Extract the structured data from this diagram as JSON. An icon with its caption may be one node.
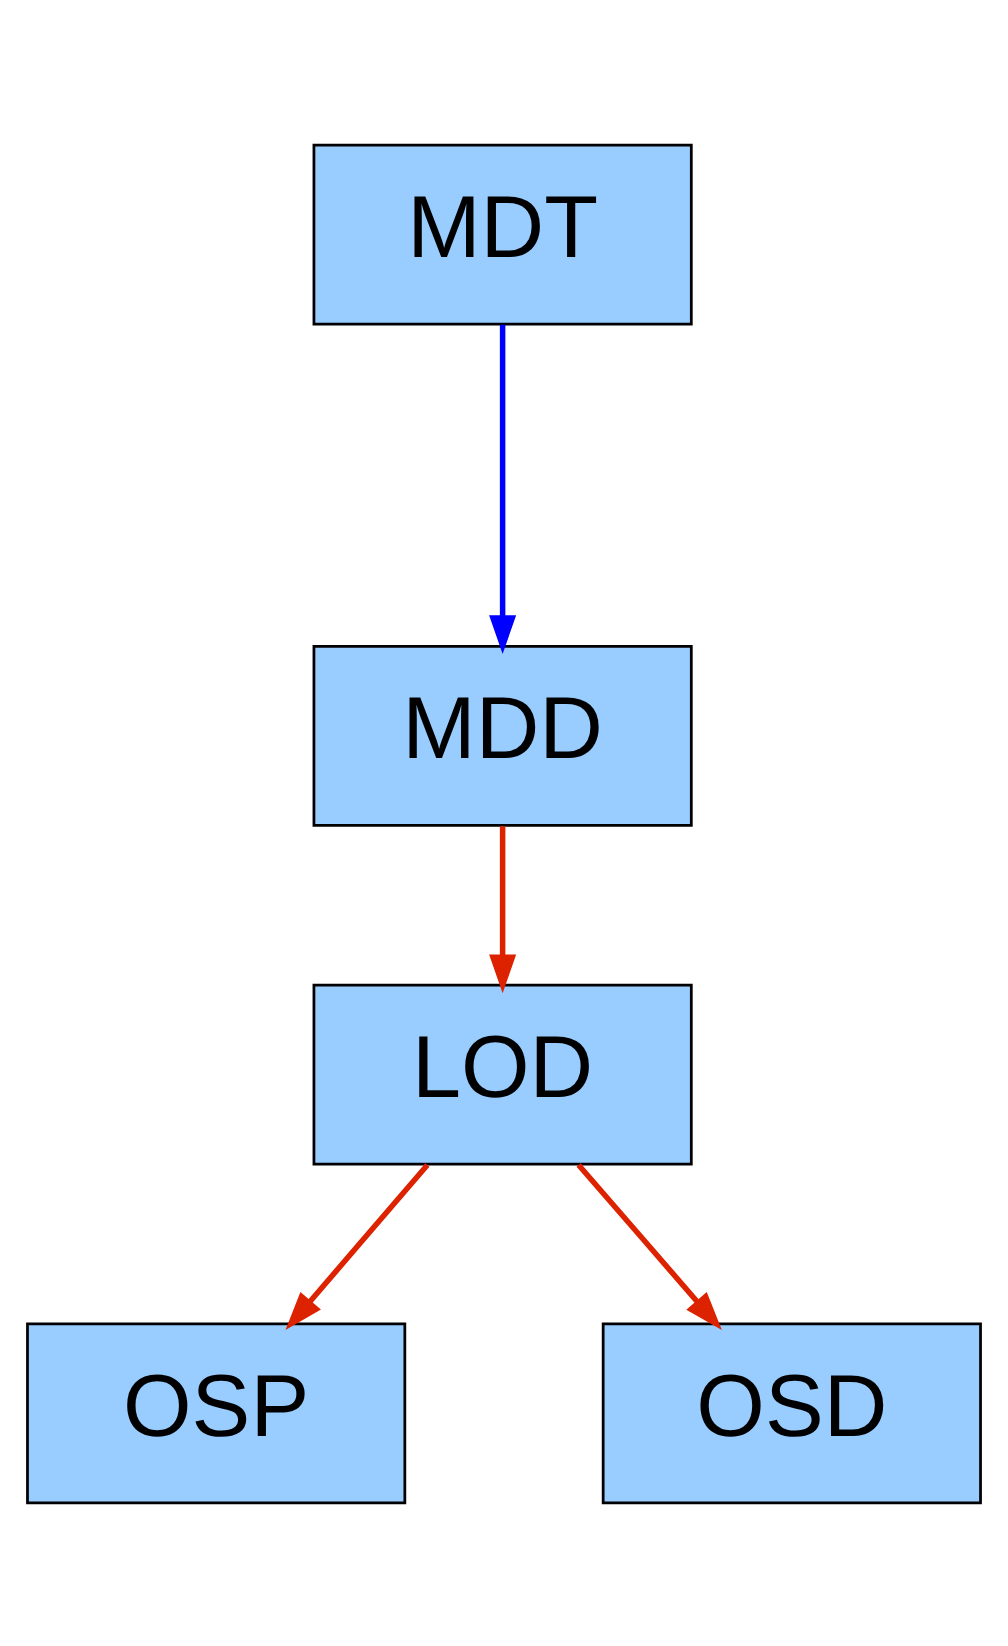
{
  "diagram": {
    "nodes": [
      {
        "text": [
          "MDT"
        ]
      },
      {
        "text": [
          "MDD"
        ]
      },
      {
        "text": [
          "LOD"
        ]
      },
      {
        "text": [
          "OSP"
        ]
      },
      {
        "text": [
          "OSD"
        ]
      }
    ],
    "edges": [
      {
        "from": 0,
        "to": 1,
        "arrow": "to",
        "color": "#0000ff"
      },
      {
        "from": 1,
        "to": 2,
        "arrow": "to"
      },
      {
        "from": 2,
        "to": 3,
        "arrow": "to"
      },
      {
        "from": 2,
        "to": 4,
        "arrow": "to"
      }
    ]
  }
}
